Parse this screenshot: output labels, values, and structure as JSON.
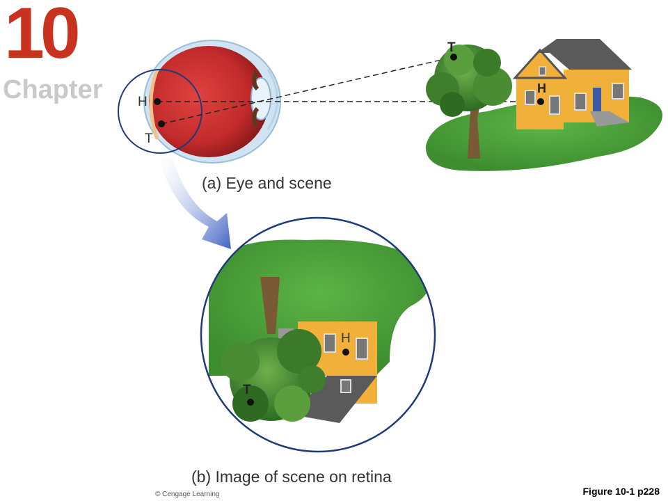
{
  "header": {
    "chapter_number": "10",
    "chapter_word": "Chapter"
  },
  "panel_a": {
    "caption": "(a) Eye and scene",
    "eye_label_h": "H",
    "eye_label_t": "T",
    "tree_top_label": "T",
    "house_label": "H"
  },
  "panel_b": {
    "caption": "(b) Image of scene on retina",
    "house_label": "H",
    "tree_label": "T"
  },
  "footer": {
    "credit": "© Cengage Learning",
    "figure_ref": "Figure 10-1 p228"
  },
  "colors": {
    "chapter_red": "#c8321e",
    "eye_red": "#c4282c",
    "circle_blue": "#1f3a7a",
    "arrow_blue": "#4a6fc9",
    "grass": "#4f9e3c",
    "house_yellow": "#f0b03a",
    "roof_gray": "#5a5a5a"
  }
}
